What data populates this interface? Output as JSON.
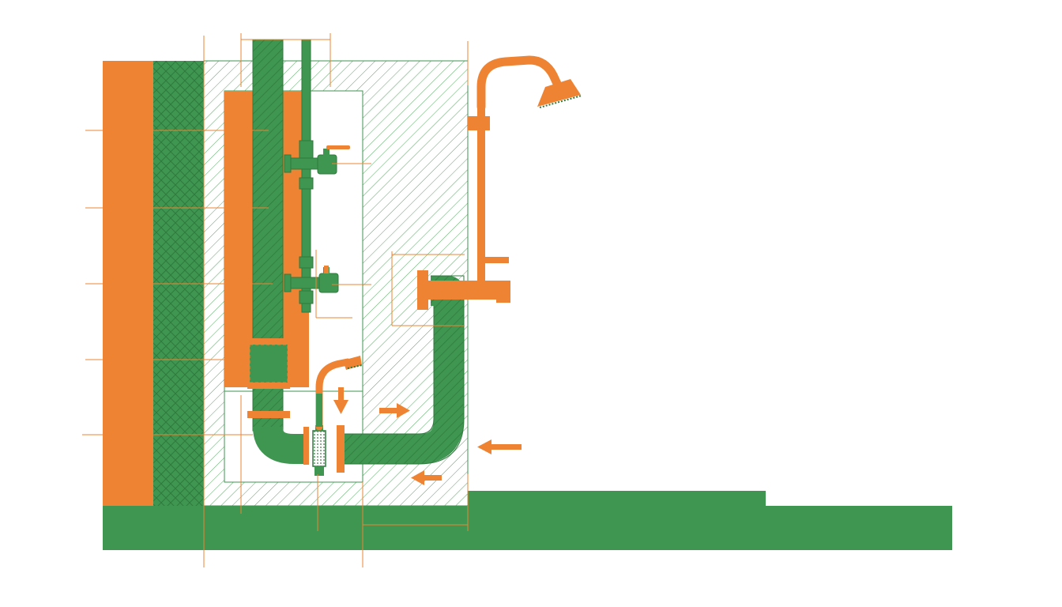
{
  "diagram": {
    "description_labels": [],
    "colors": {
      "orange": "#ee8433",
      "green": "#3f9650",
      "green_dark": "#2f7a3d",
      "hatch_green": "#5aa866",
      "background": "#ffffff",
      "outline": "#2c6b36"
    },
    "icons": {
      "shower_head": "shower-head-icon",
      "hand_shower": "hand-shower-icon",
      "valve": "valve-icon",
      "flow_arrow": "arrow-icon",
      "strainer": "strainer-icon"
    },
    "flow_arrows": [
      {
        "direction": "down"
      },
      {
        "direction": "right"
      },
      {
        "direction": "left"
      },
      {
        "direction": "left"
      }
    ]
  }
}
